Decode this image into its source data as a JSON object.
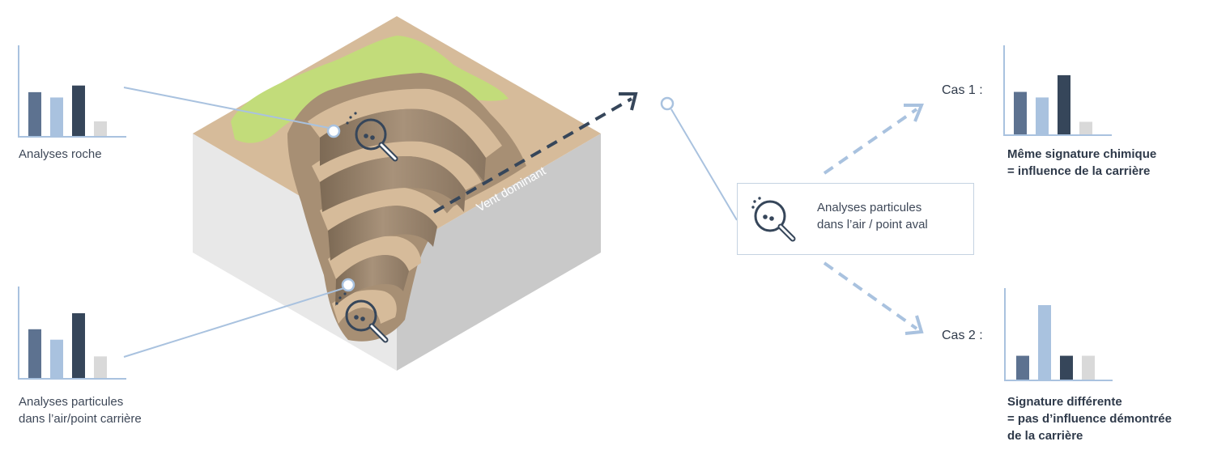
{
  "colors": {
    "dark_slate": "#36465a",
    "slate_blue": "#5d7290",
    "light_blue": "#a9c2df",
    "light_gray": "#d9d9d9",
    "axis_blue": "#a9c2df",
    "ground": "#d6bb9a",
    "grass": "#c2dc7a",
    "block_side": "#e6e6e6",
    "block_front": "#cbcbcb"
  },
  "icons": [
    "magnifier-icon",
    "particles-icon",
    "arrow-icon"
  ],
  "labels": {
    "analyses_roche": "Analyses roche",
    "analyses_carriere_line1": "Analyses particules",
    "analyses_carriere_line2": "dans l’air/point carrière",
    "vent": "Vent dominant",
    "center_line1": "Analyses particules",
    "center_line2": "dans l’air / point aval",
    "cas1": "Cas 1 :",
    "cas2": "Cas 2 :",
    "cas1_desc_line1": "Même signature chimique",
    "cas1_desc_line2": "= influence de la carrière",
    "cas2_desc_line1": "Signature différente",
    "cas2_desc_line2": "= pas d’influence démontrée",
    "cas2_desc_line3": "de la carrière"
  },
  "chart_data": [
    {
      "type": "bar",
      "id": "roche",
      "values": [
        0.66,
        0.58,
        0.76,
        0.22
      ],
      "colors": [
        "#5d7290",
        "#a9c2df",
        "#36465a",
        "#d9d9d9"
      ]
    },
    {
      "type": "bar",
      "id": "carriere",
      "values": [
        0.7,
        0.55,
        0.93,
        0.31
      ],
      "colors": [
        "#5d7290",
        "#a9c2df",
        "#36465a",
        "#d9d9d9"
      ]
    },
    {
      "type": "bar",
      "id": "cas1",
      "values": [
        0.61,
        0.53,
        0.85,
        0.18
      ],
      "colors": [
        "#5d7290",
        "#a9c2df",
        "#36465a",
        "#d9d9d9"
      ]
    },
    {
      "type": "bar",
      "id": "cas2",
      "values": [
        0.32,
        1.0,
        0.32,
        0.32
      ],
      "colors": [
        "#5d7290",
        "#a9c2df",
        "#36465a",
        "#d9d9d9"
      ]
    }
  ]
}
